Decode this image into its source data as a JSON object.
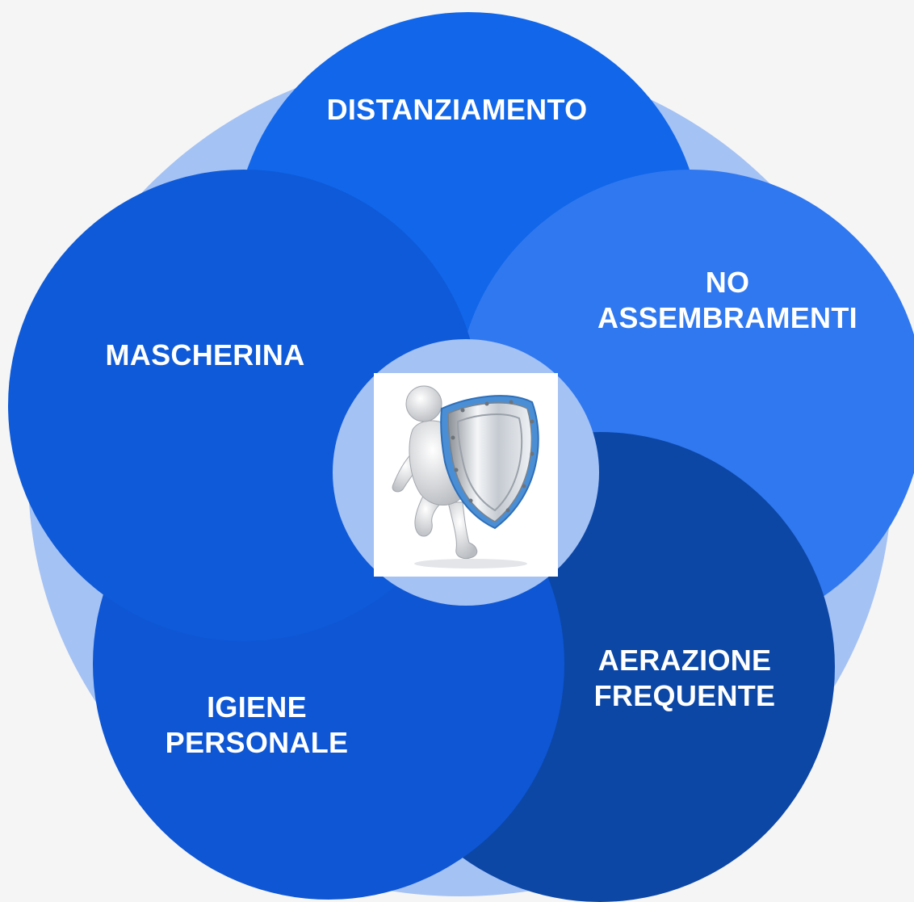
{
  "diagram": {
    "center_icon": "person-with-shield-icon",
    "labels": {
      "distanziamento": "DISTANZIAMENTO",
      "no_line1": "NO",
      "no_line2": "ASSEMBRAMENTI",
      "mascherina": "MASCHERINA",
      "aerazione_line1": "AERAZIONE",
      "aerazione_line2": "FREQUENTE",
      "igiene_line1": "IGIENE",
      "igiene_line2": "PERSONALE"
    },
    "colors": {
      "background": "#f5f5f5",
      "outer_ring": "#a4c2f4",
      "distanziamento": "#1166ea",
      "no_assembramenti": "#3078f0",
      "mascherina": "#0f5ad8",
      "aerazione": "#0c47a6",
      "igiene": "#0e56d4",
      "center_circle": "#a4c2f4"
    }
  }
}
